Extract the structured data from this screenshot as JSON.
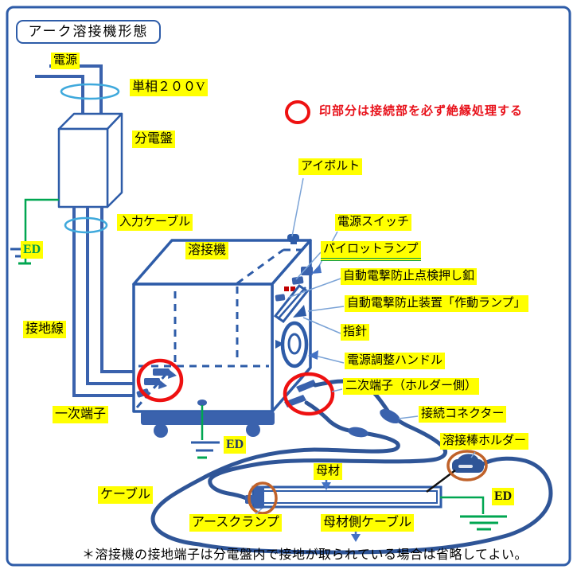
{
  "title": "アーク溶接機形態",
  "legend_text": "印部分は接続部を必ず絶縁処理する",
  "note": "＊溶接機の接地端子は分電盤内で接地が取られている場合は省略してよい。",
  "labels": {
    "power": "電源",
    "voltage": "単相２００V",
    "distribution_board": "分電盤",
    "input_cable": "入力ケーブル",
    "ed_left": "ED",
    "ground_wire": "接地線",
    "welder": "溶接機",
    "primary_terminal": "一次端子",
    "eye_bolt": "アイボルト",
    "power_switch": "電源スイッチ",
    "pilot_lamp": "パイロットランプ",
    "shock_check_button": "自動電撃防止点検押し釦",
    "shock_prevention_lamp": "自動電撃防止装置「作動ランプ」",
    "pointer": "指針",
    "power_adjust_handle": "電源調整ハンドル",
    "secondary_terminal": "二次端子（ホルダー側）",
    "connector": "接続コネクター",
    "electrode_holder": "溶接棒ホルダー",
    "ed_center": "ED",
    "cable": "ケーブル",
    "base_metal": "母材",
    "earth_clamp": "アースクランプ",
    "base_metal_cable": "母材側ケーブル",
    "ed_right": "ED"
  },
  "colors": {
    "line_blue": "#2e5ca8",
    "cable_blue": "#2f5597",
    "leader_blue": "#7ba3d6",
    "highlight_yellow": "#ffff00",
    "mark_red": "#e8111a",
    "ground_green": "#00a651",
    "insulation_orange": "#c0622a",
    "ring_cyan": "#3fa9dc"
  }
}
